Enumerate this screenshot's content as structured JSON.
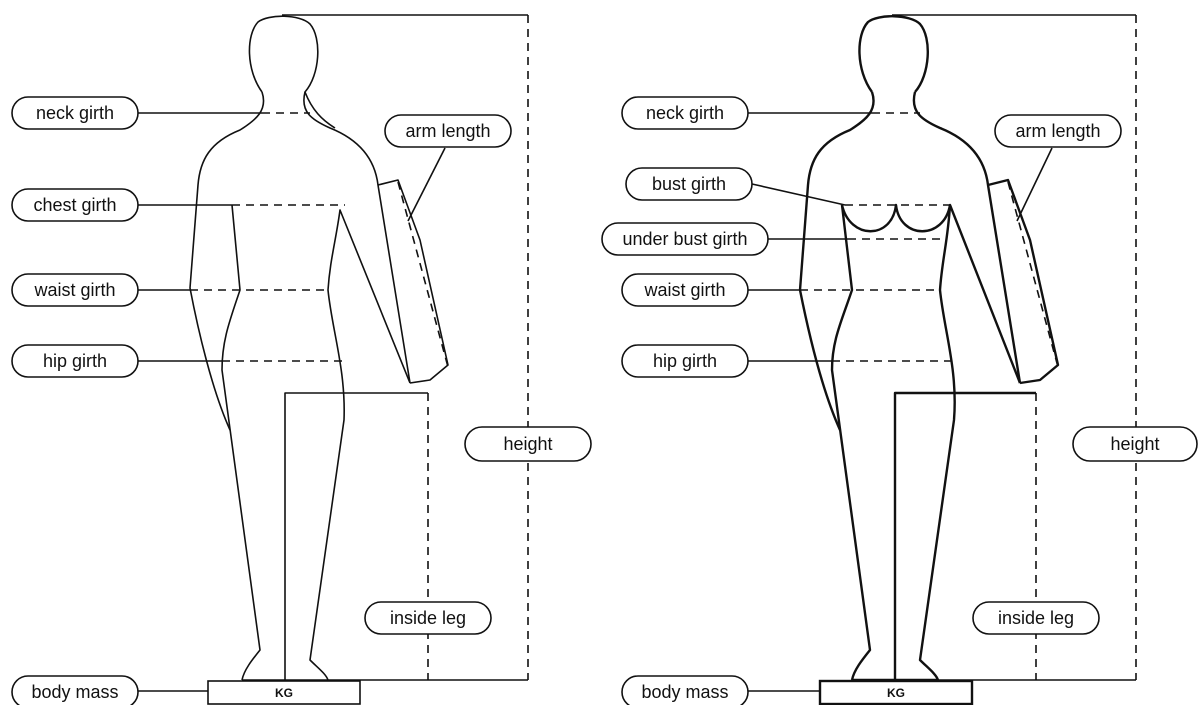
{
  "diagram_left": {
    "labels": {
      "neck_girth": "neck girth",
      "chest_girth": "chest girth",
      "waist_girth": "waist girth",
      "hip_girth": "hip girth",
      "arm_length": "arm length",
      "height": "height",
      "inside_leg": "inside leg",
      "body_mass": "body mass"
    },
    "scale_unit": "KG"
  },
  "diagram_right": {
    "labels": {
      "neck_girth": "neck girth",
      "bust_girth": "bust girth",
      "under_bust_girth": "under bust girth",
      "waist_girth": "waist girth",
      "hip_girth": "hip girth",
      "arm_length": "arm length",
      "height": "height",
      "inside_leg": "inside leg",
      "body_mass": "body mass"
    },
    "scale_unit": "KG"
  }
}
